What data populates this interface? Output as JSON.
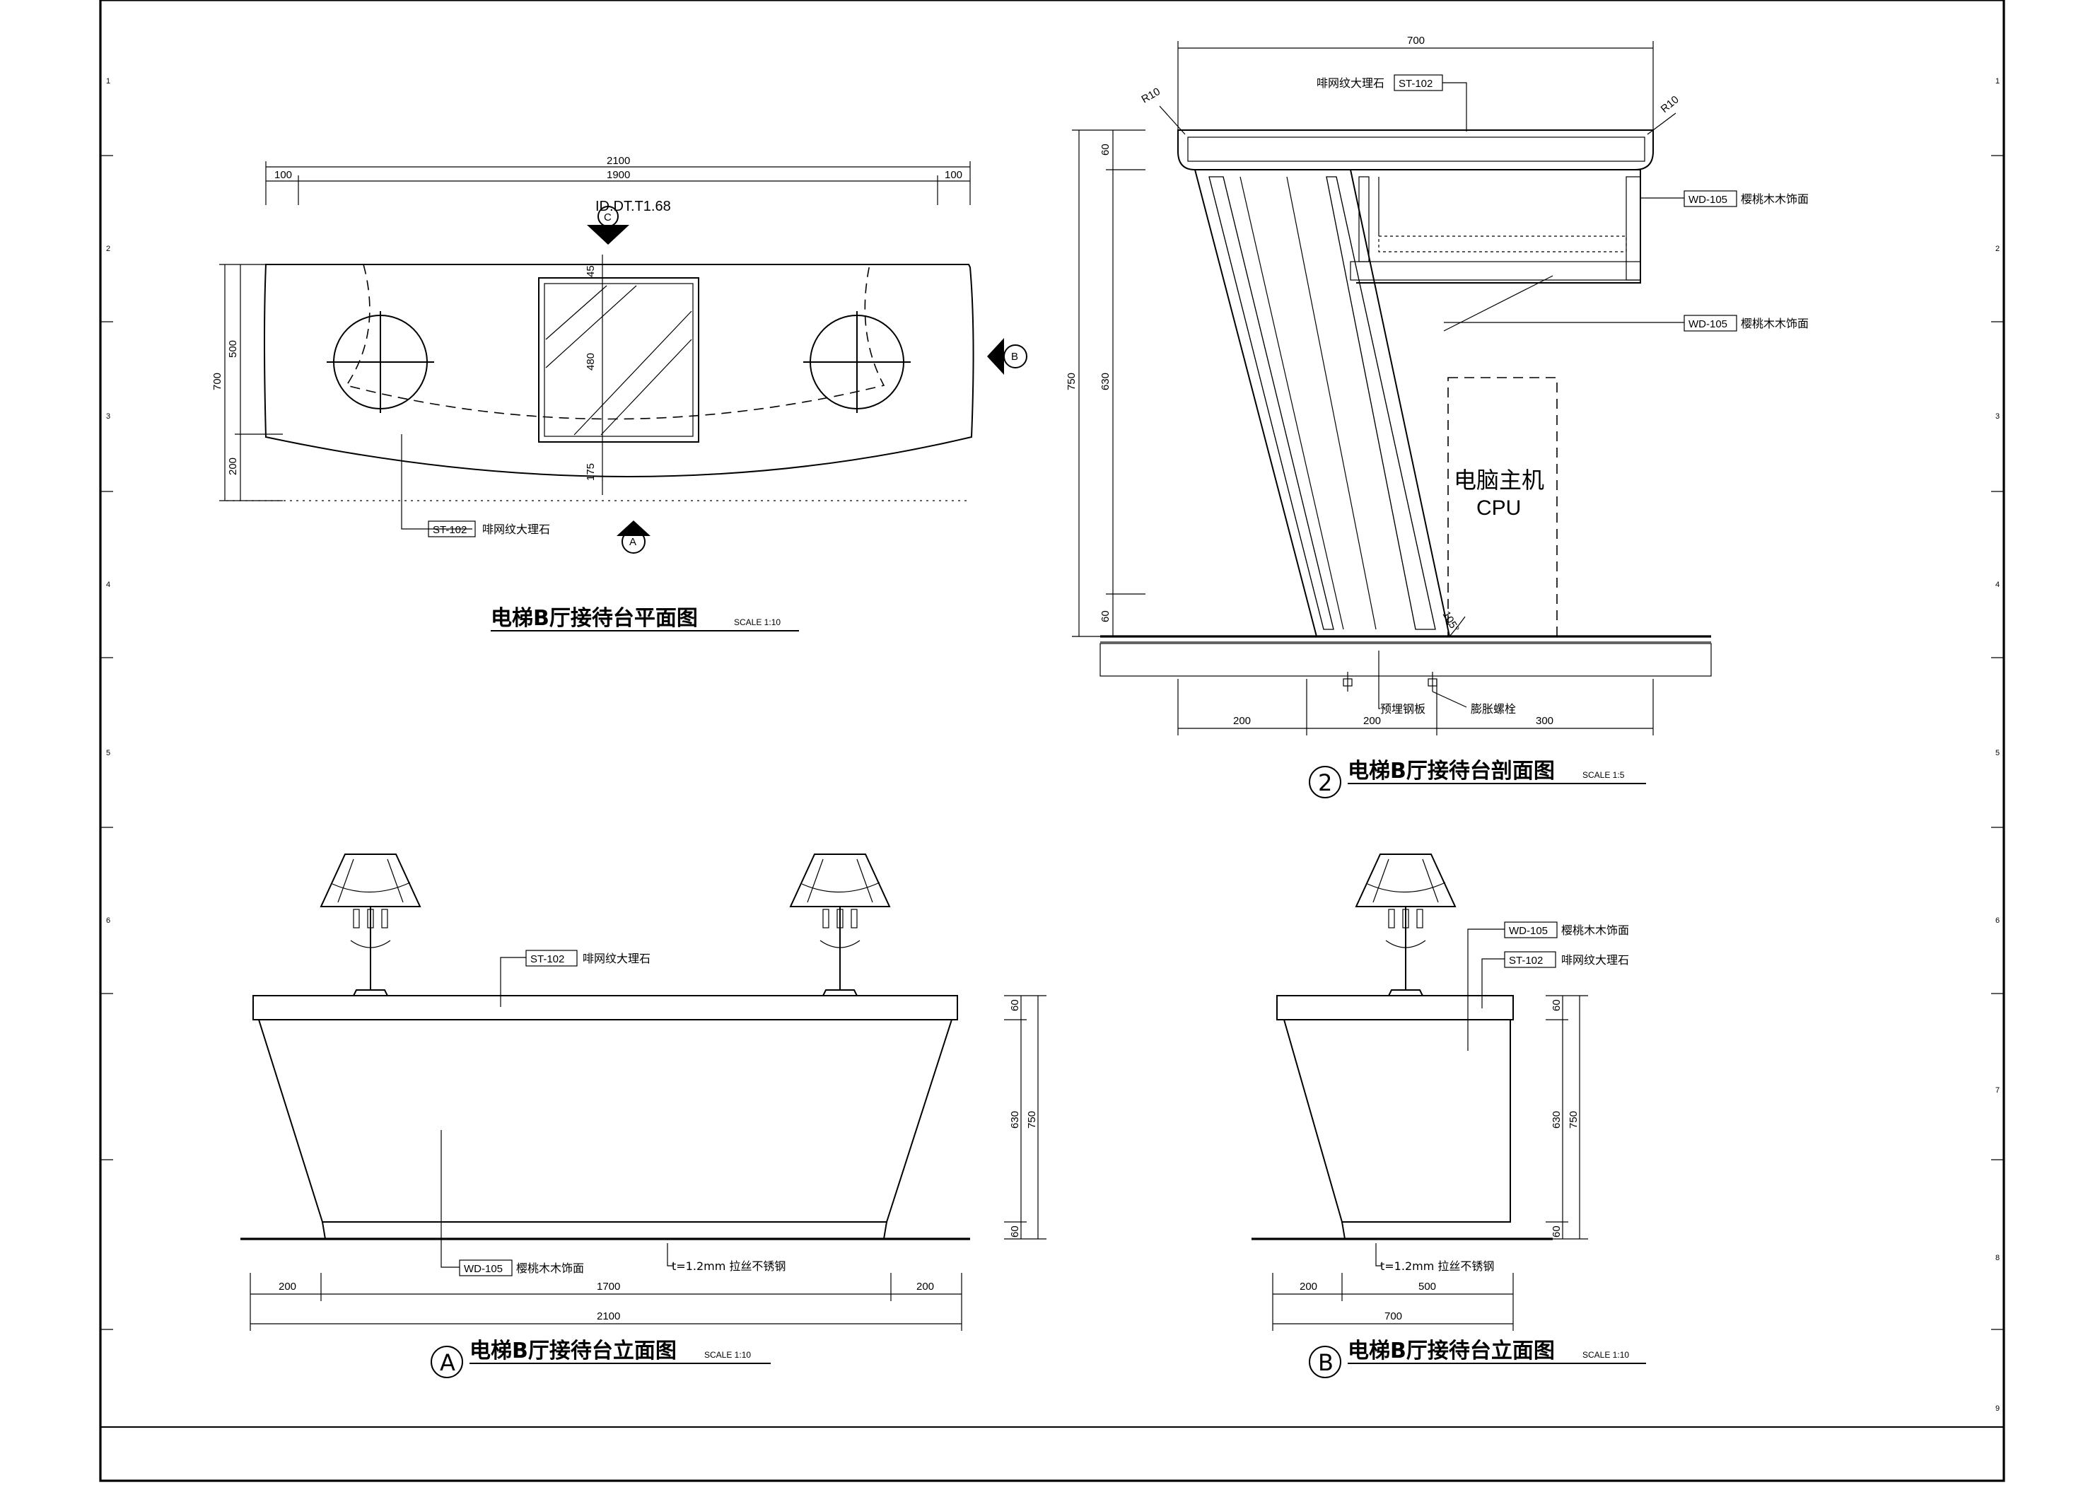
{
  "titles": {
    "plan": "电梯B厅接待台平面图",
    "section": "电梯B厅接待台剖面图",
    "elevation_a": "电梯B厅接待台立面图",
    "elevation_b": "电梯B厅接待台立面图"
  },
  "scales": {
    "plan": "SCALE 1:10",
    "section": "SCALE 1:5",
    "elevation_a": "SCALE 1:10",
    "elevation_b": "SCALE 1:10"
  },
  "markers": {
    "a": "A",
    "b": "B",
    "c": "C",
    "two": "2",
    "ref": "ID.DT.T1.68"
  },
  "materials": {
    "st102": "ST-102",
    "st102_name": "啡网纹大理石",
    "wd105": "WD-105",
    "wd105_name": "樱桃木木饰面",
    "steel": "t=1.2mm 拉丝不锈钢",
    "plate": "预埋钢板",
    "bolt": "膨胀螺栓"
  },
  "cpu": {
    "cn": "电脑主机",
    "en": "CPU"
  },
  "dims": {
    "d2100": "2100",
    "d1900": "1900",
    "d100": "100",
    "d700": "700",
    "d500": "500",
    "d200": "200",
    "d45": "45",
    "d480": "480",
    "d175": "175",
    "d60": "60",
    "d630": "630",
    "d750": "750",
    "d300": "300",
    "d1700": "1700",
    "r10": "R10",
    "a105": "105°"
  },
  "grid_labels": [
    "1",
    "2",
    "3",
    "4",
    "5",
    "6",
    "7",
    "8",
    "9"
  ]
}
